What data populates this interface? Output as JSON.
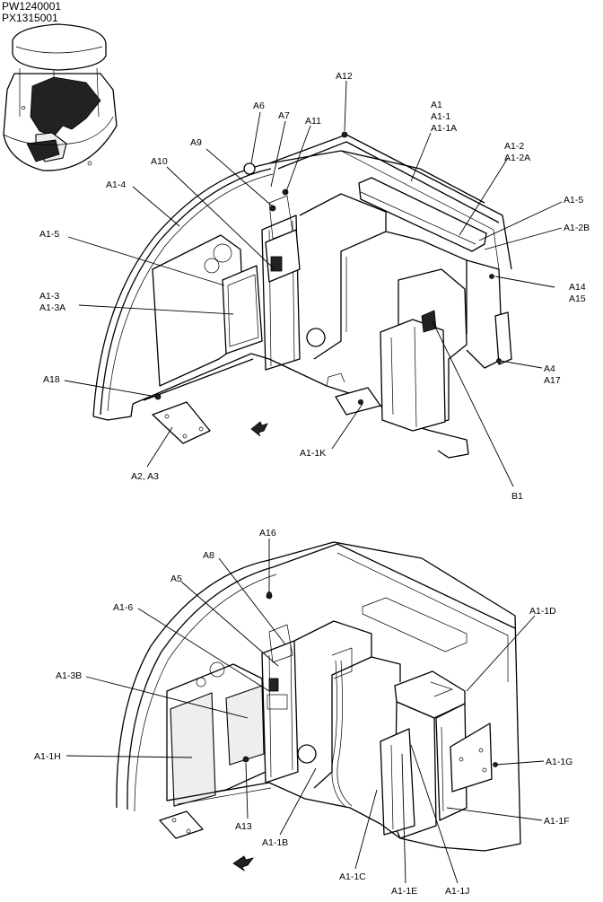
{
  "header": {
    "codes": [
      "PW1240001",
      "PX1315001"
    ]
  },
  "upper_callouts": [
    "A1",
    "A1-1",
    "A1-1A",
    "A1-2",
    "A1-2A",
    "A1-5",
    "A1-2B",
    "A14",
    "A15",
    "A4",
    "A17",
    "B1",
    "A1-1K",
    "A2, A3",
    "A18",
    "A1-3",
    "A1-3A",
    "A1-5",
    "A1-4",
    "A10",
    "A9",
    "A6",
    "A7",
    "A11",
    "A12"
  ],
  "lower_callouts": [
    "A16",
    "A8",
    "A5",
    "A1-6",
    "A1-3B",
    "A1-1H",
    "A13",
    "A1-1B",
    "A1-1C",
    "A1-1E",
    "A1-1J",
    "A1-1F",
    "A1-1G",
    "A1-1D"
  ]
}
